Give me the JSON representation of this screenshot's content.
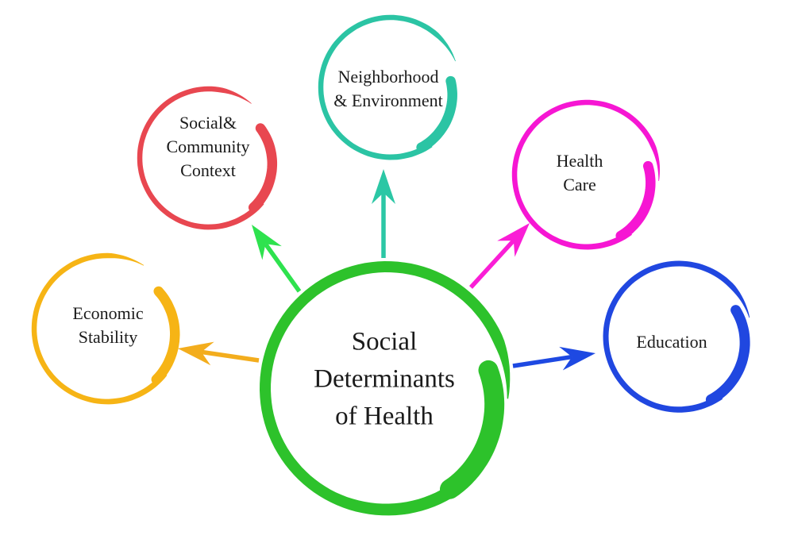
{
  "page": {
    "background": "#ffffff",
    "text_color": "#1b1b1b"
  },
  "center": {
    "id": "center",
    "label": "Social\nDeterminants\nof Health",
    "color": "#2dc22b"
  },
  "nodes": [
    {
      "id": "economic-stability",
      "label": "Economic\nStability",
      "color": "#f6b415",
      "arrow_color": "#f3ad1d"
    },
    {
      "id": "social-community-context",
      "label": "Social&\nCommunity\nContext",
      "color": "#e84750",
      "arrow_color": "#2ee24e"
    },
    {
      "id": "neighborhood-environment",
      "label": "Neighborhood\n& Environment",
      "color": "#2bc4a4",
      "arrow_color": "#2bc7a5"
    },
    {
      "id": "health-care",
      "label": "Health\nCare",
      "color": "#f616d3",
      "arrow_color": "#fa1ed6"
    },
    {
      "id": "education",
      "label": "Education",
      "color": "#2047e0",
      "arrow_color": "#1e49e2"
    }
  ]
}
